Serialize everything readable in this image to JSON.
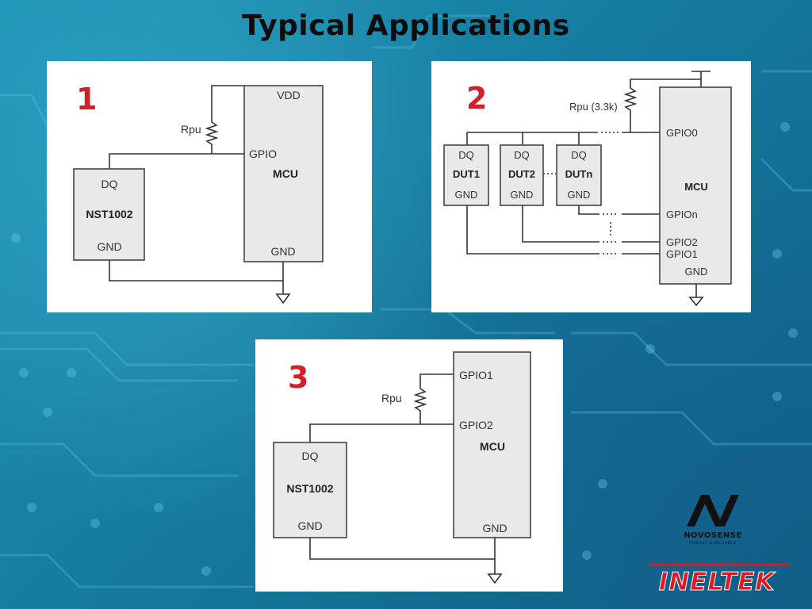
{
  "slide": {
    "title": "Typical Applications"
  },
  "panel1": {
    "number": "1",
    "vdd": "VDD",
    "rpu": "Rpu",
    "gpio": "GPIO",
    "mcu": "MCU",
    "mcu_gnd": "GND",
    "dq": "DQ",
    "sensor": "NST1002",
    "sensor_gnd": "GND"
  },
  "panel2": {
    "number": "2",
    "rpu": "Rpu (3.3k)",
    "gpio0": "GPIO0",
    "mcu": "MCU",
    "gpion": "GPIOn",
    "gpio2": "GPIO2",
    "gpio1": "GPIO1",
    "mcu_gnd": "GND",
    "duts": [
      {
        "dq": "DQ",
        "name": "DUT1",
        "gnd": "GND"
      },
      {
        "dq": "DQ",
        "name": "DUT2",
        "gnd": "GND"
      },
      {
        "dq": "DQ",
        "name": "DUTn",
        "gnd": "GND"
      }
    ]
  },
  "panel3": {
    "number": "3",
    "gpio1": "GPIO1",
    "rpu": "Rpu",
    "gpio2": "GPIO2",
    "mcu": "MCU",
    "mcu_gnd": "GND",
    "dq": "DQ",
    "sensor": "NST1002",
    "sensor_gnd": "GND"
  },
  "logos": {
    "novosense_name": "NOVOSENSE",
    "novosense_tagline": "ROBUST & RELIABLE",
    "ineltek_name": "INELTEK"
  },
  "colors": {
    "background": "#167fa3",
    "panel_number": "#d0202a",
    "chip_fill": "#e9e9e9",
    "ineltek_red": "#e0181f"
  }
}
